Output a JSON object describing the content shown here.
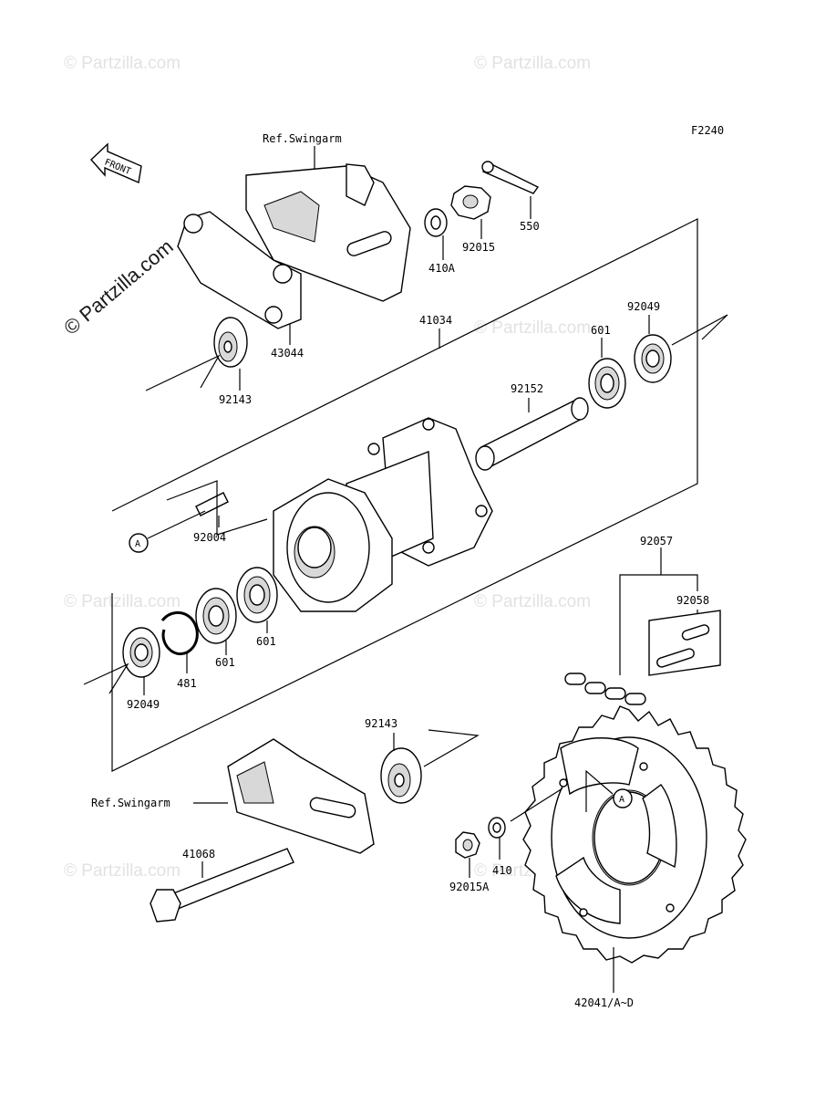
{
  "diagram": {
    "code": "F2240",
    "front_label": "FRONT",
    "ref_top": "Ref.Swingarm",
    "ref_bottom": "Ref.Swingarm",
    "circle_ref": "A",
    "watermark": "© Partzilla.com",
    "parts": [
      {
        "id": "p550",
        "number": "550"
      },
      {
        "id": "p92015",
        "number": "92015"
      },
      {
        "id": "p410A",
        "number": "410A"
      },
      {
        "id": "p43044",
        "number": "43044"
      },
      {
        "id": "p92143_top",
        "number": "92143"
      },
      {
        "id": "p41034",
        "number": "41034"
      },
      {
        "id": "p601_right",
        "number": "601"
      },
      {
        "id": "p92049_right",
        "number": "92049"
      },
      {
        "id": "p92152",
        "number": "92152"
      },
      {
        "id": "p92004",
        "number": "92004"
      },
      {
        "id": "p601_left_a",
        "number": "601"
      },
      {
        "id": "p601_left_b",
        "number": "601"
      },
      {
        "id": "p481",
        "number": "481"
      },
      {
        "id": "p92049_left",
        "number": "92049"
      },
      {
        "id": "p92057",
        "number": "92057"
      },
      {
        "id": "p92058",
        "number": "92058"
      },
      {
        "id": "p92143_bottom",
        "number": "92143"
      },
      {
        "id": "p41068",
        "number": "41068"
      },
      {
        "id": "p92015A",
        "number": "92015A"
      },
      {
        "id": "p410",
        "number": "410"
      },
      {
        "id": "p42041",
        "number": "42041/A~D"
      }
    ]
  }
}
